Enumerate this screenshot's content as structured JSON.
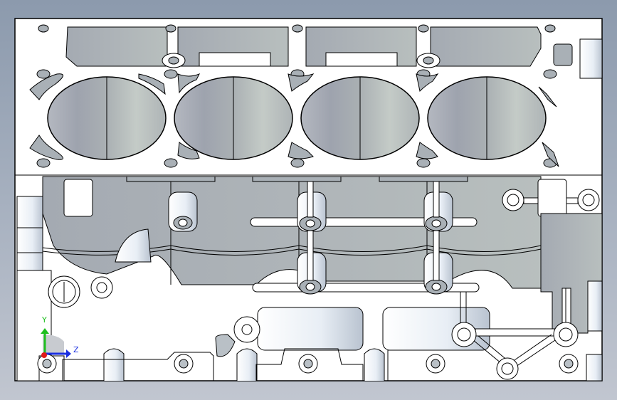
{
  "viewport": {
    "type": "cad-3d-viewport",
    "model_description": "V8 engine block, top/side view with four cylinder bores",
    "background_gradient": [
      "#8c9aad",
      "#c1c6d0"
    ],
    "cylinder_count": 4
  },
  "triad": {
    "y_label": "Y",
    "z_label": "Z",
    "y_color": "#1fbf1f",
    "z_color": "#1a2fe0",
    "x_color": "#e01a1a"
  },
  "colors": {
    "body": "#ffffff",
    "cavity": "#a9b0b6",
    "cavity_light": "#c4cac8",
    "outline": "#000000"
  }
}
